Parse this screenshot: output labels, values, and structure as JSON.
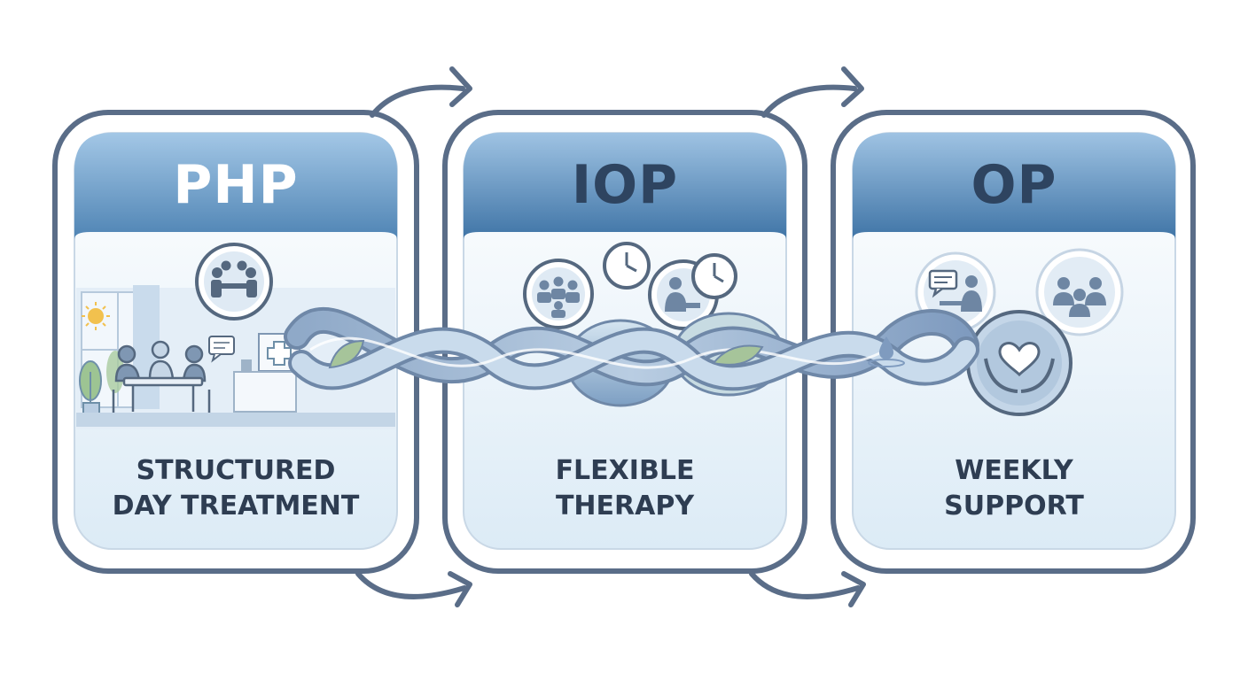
{
  "stages": [
    {
      "title": "PHP",
      "caption_lines": [
        "STRUCTURED",
        "DAY TREATMENT"
      ],
      "icons": [
        "group-meeting-icon",
        "sun-icon",
        "speech-bubble-icon",
        "medical-cross-icon",
        "plant-icon"
      ]
    },
    {
      "title": "IOP",
      "caption_lines": [
        "FLEXIBLE",
        "THERAPY"
      ],
      "icons": [
        "group-session-icon",
        "clock-icon",
        "person-at-desk-icon",
        "clock-icon"
      ]
    },
    {
      "title": "OP",
      "caption_lines": [
        "WEEKLY",
        "SUPPORT"
      ],
      "icons": [
        "counseling-icon",
        "family-icon",
        "heart-hands-icon",
        "water-drop-icon"
      ]
    }
  ],
  "colors": {
    "card_outline": "#5a6d88",
    "header_top": "#8db6d9",
    "header_bottom": "#4a7fb0",
    "title_php": "#ffffff",
    "title_iop": "#2e4460",
    "title_op": "#2e4460",
    "caption": "#2e3d52",
    "ribbon": "#7b97bb",
    "arrow": "#5a6d88"
  }
}
